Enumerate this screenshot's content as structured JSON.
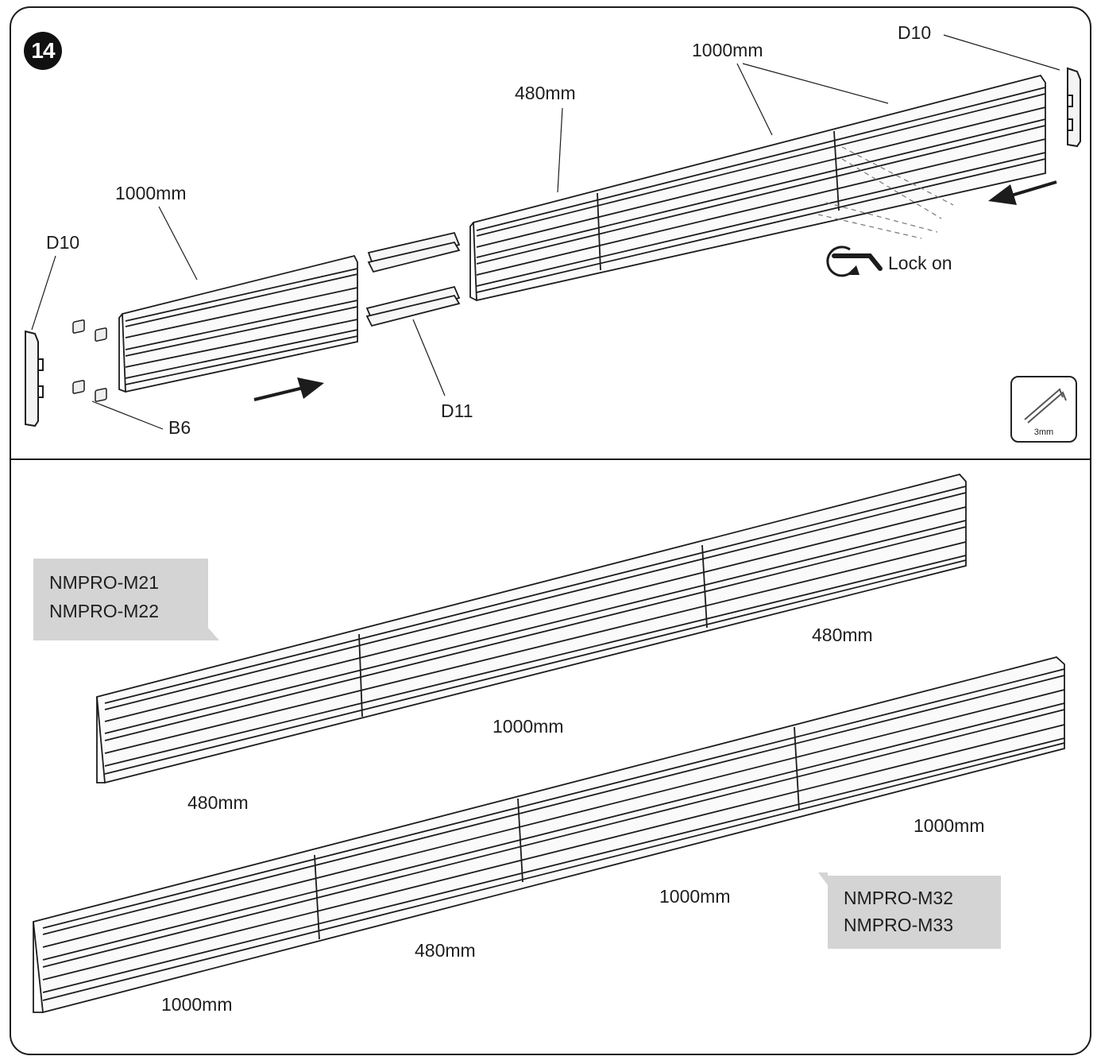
{
  "step_number": "14",
  "labels": {
    "d10_left": "D10",
    "d10_right": "D10",
    "len_left_rail": "1000mm",
    "len_mid_480": "480mm",
    "len_right_1000": "1000mm",
    "d11": "D11",
    "b6": "B6",
    "lock_on": "Lock on",
    "m2_480_right": "480mm",
    "m2_1000": "1000mm",
    "m2_480_left": "480mm",
    "m3_1000_right": "1000mm",
    "m3_1000_mid": "1000mm",
    "m3_480": "480mm",
    "m3_1000_left": "1000mm"
  },
  "tool": {
    "size_label": "3mm",
    "icon": "hex-key-icon"
  },
  "models": {
    "group_a": [
      "NMPRO-M21",
      "NMPRO-M22"
    ],
    "group_b": [
      "NMPRO-M32",
      "NMPRO-M33"
    ]
  },
  "icons": {
    "rotate": "rotate-arrow-icon",
    "arrow_right": "arrow-right-icon",
    "arrow_left": "arrow-left-icon"
  },
  "colors": {
    "line": "#1c1c1c",
    "label_box": "#d4d4d4"
  }
}
